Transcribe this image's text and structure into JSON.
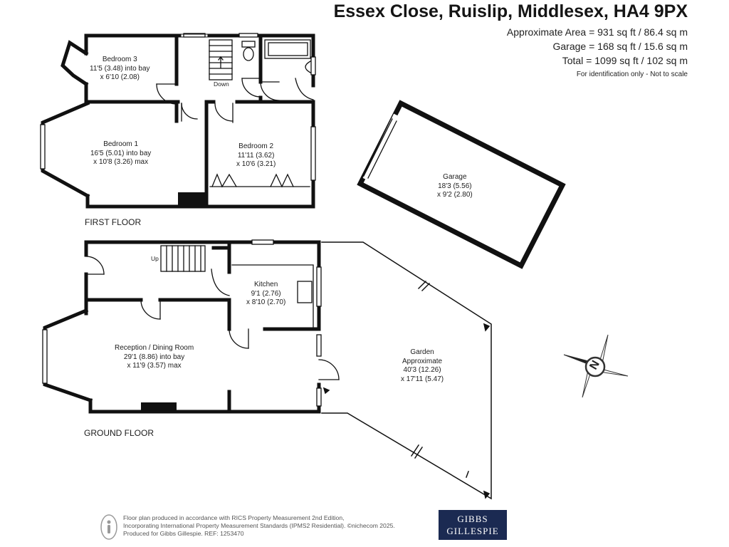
{
  "header": {
    "title": "Essex Close, Ruislip, Middlesex, HA4 9PX",
    "area_lines": [
      "Approximate Area = 931 sq ft / 86.4 sq m",
      "Garage = 168 sq ft / 15.6 sq m",
      "Total = 1099 sq ft / 102 sq m"
    ],
    "note": "For identification only - Not to scale"
  },
  "first_floor": {
    "label": "FIRST FLOOR",
    "stairs_label": "Down",
    "rooms": [
      {
        "name": "Bedroom 3",
        "dim1": "11'5 (3.48) into bay",
        "dim2": "x 6'10 (2.08)"
      },
      {
        "name": "Bedroom 1",
        "dim1": "16'5 (5.01) into bay",
        "dim2": "x 10'8 (3.26) max"
      },
      {
        "name": "Bedroom 2",
        "dim1": "11'11 (3.62)",
        "dim2": "x 10'6 (3.21)"
      }
    ]
  },
  "garage": {
    "name": "Garage",
    "dim1": "18'3 (5.56)",
    "dim2": "x 9'2 (2.80)"
  },
  "ground_floor": {
    "label": "GROUND FLOOR",
    "stairs_label": "Up",
    "rooms": [
      {
        "name": "Kitchen",
        "dim1": "9'1 (2.76)",
        "dim2": "x 8'10 (2.70)"
      },
      {
        "name": "Reception / Dining Room",
        "dim1": "29'1 (8.86) into bay",
        "dim2": "x 11'9 (3.57) max"
      },
      {
        "name": "Garden",
        "dim1": "Approximate",
        "dim2": "40'3 (12.26)",
        "dim3": "x 17'11 (5.47)"
      }
    ]
  },
  "compass": {
    "letter": "N"
  },
  "footer": {
    "line1": "Floor plan produced in accordance with RICS Property Measurement 2nd Edition,",
    "line2": "Incorporating International Property Measurement Standards (IPMS2 Residential).  ©nichecom 2025.",
    "line3": "Produced for Gibbs Gillespie.   REF:  1253470",
    "logo_line1": "GIBBS",
    "logo_line2": "GILLESPIE"
  },
  "colors": {
    "wall": "#111111",
    "footer_logo_bg": "#1b2a52"
  }
}
